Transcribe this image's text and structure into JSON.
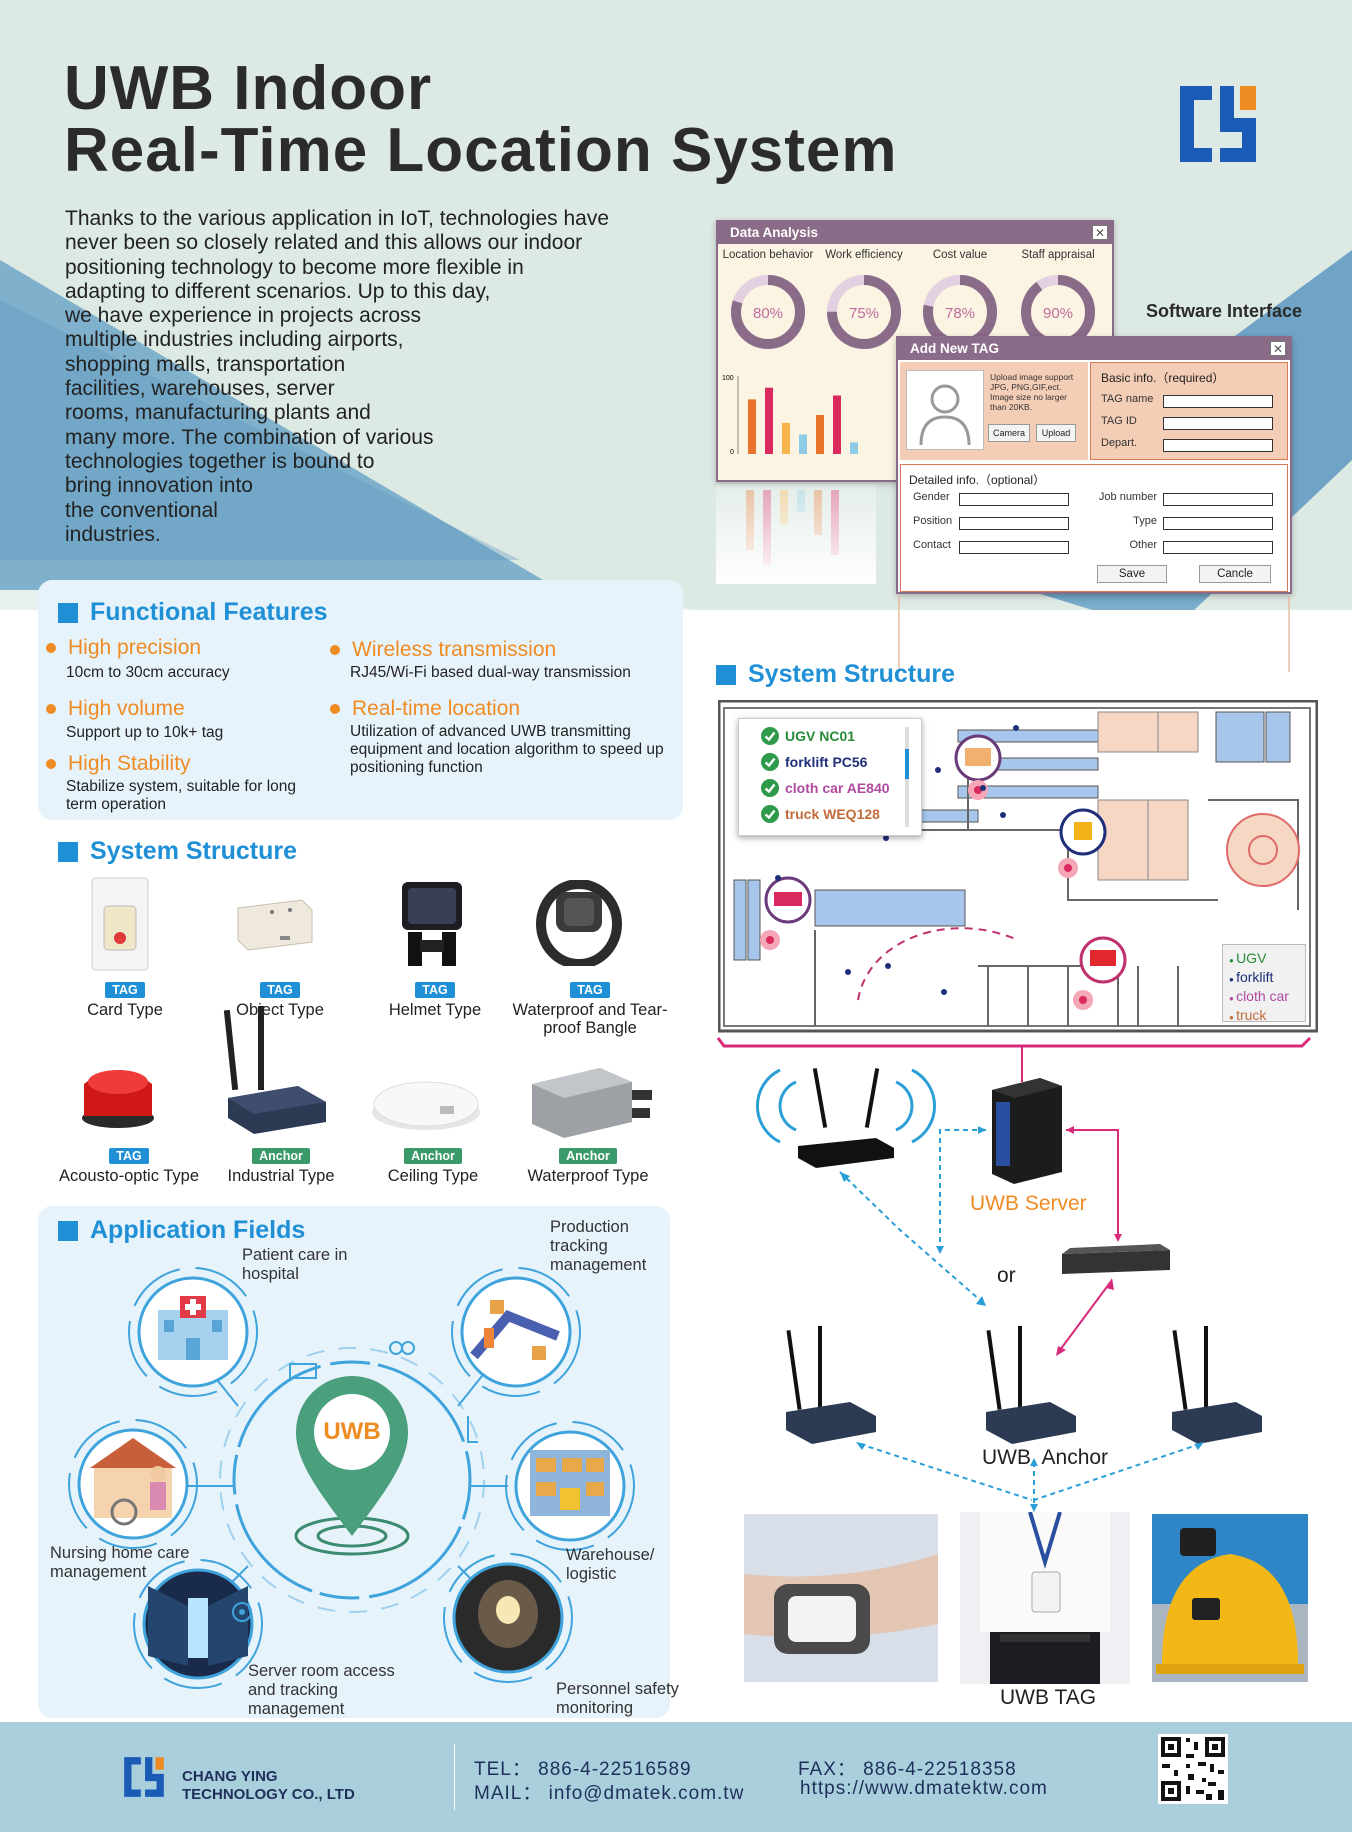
{
  "title": {
    "line1": "UWB Indoor",
    "line2": "Real-Time Location System"
  },
  "intro_lines": [
    "Thanks to the various application in IoT, technologies have",
    "never been so closely related and this allows our indoor",
    "positioning technology to become more flexible in",
    "adapting to different scenarios. Up to this day,",
    "we have experience in projects across",
    "multiple industries including airports,",
    "shopping malls, transportation",
    "facilities, warehouses, server",
    "rooms, manufacturing plants and",
    "many more. The combination of various",
    "technologies together is bound to",
    "bring innovation into",
    "the conventional",
    "industries."
  ],
  "software_label": "Software Interface",
  "data_analysis": {
    "title": "Data Analysis",
    "close": "✕",
    "metrics": [
      {
        "label": "Location behavior",
        "value": "80%",
        "pct": 80
      },
      {
        "label": "Work efficiency",
        "value": "75%",
        "pct": 75
      },
      {
        "label": "Cost value",
        "value": "78%",
        "pct": 78
      },
      {
        "label": "Staff appraisal",
        "value": "90%",
        "pct": 90
      }
    ],
    "axis_top": "100",
    "axis_bottom": "0",
    "bars": [
      {
        "value": 70,
        "color": "#e8732a"
      },
      {
        "value": 85,
        "color": "#d9295f"
      },
      {
        "value": 40,
        "color": "#f6b54b"
      },
      {
        "value": 25,
        "color": "#8ecbe6"
      },
      {
        "value": 50,
        "color": "#e8732a"
      },
      {
        "value": 75,
        "color": "#d9295f"
      },
      {
        "value": 15,
        "color": "#8ecbe6"
      }
    ]
  },
  "add_tag": {
    "title": "Add New TAG",
    "close": "✕",
    "upload_note": "Upload image support JPG, PNG,GIF,ect. Image size no larger than 20KB.",
    "camera": "Camera",
    "upload": "Upload",
    "basic_heading": "Basic info.（required）",
    "basic_fields": [
      "TAG name",
      "TAG ID",
      "Depart."
    ],
    "detail_heading": "Detailed info.（optional）",
    "detail_left": [
      "Gender",
      "Position",
      "Contact"
    ],
    "detail_right": [
      "Job number",
      "Type",
      "Other"
    ],
    "save": "Save",
    "cancel": "Cancle"
  },
  "functional": {
    "heading": "Functional Features",
    "items": [
      {
        "title": "High precision",
        "desc": "10cm to 30cm accuracy"
      },
      {
        "title": "High volume",
        "desc": "Support up to 10k+ tag"
      },
      {
        "title": "High Stability",
        "desc": "Stabilize system, suitable for long term operation"
      },
      {
        "title": "Wireless transmission",
        "desc": "RJ45/Wi-Fi based dual-way transmission"
      },
      {
        "title": "Real-time location",
        "desc": "Utilization of advanced UWB transmitting equipment and location algorithm to speed up positioning function"
      }
    ]
  },
  "structure_left": {
    "heading": "System Structure",
    "devices": [
      {
        "badge": "TAG",
        "label": "Card Type"
      },
      {
        "badge": "TAG",
        "label": "Object Type"
      },
      {
        "badge": "TAG",
        "label": "Helmet Type"
      },
      {
        "badge": "TAG",
        "label": "Waterproof and Tear-proof Bangle"
      },
      {
        "badge": "TAG",
        "label": "Acousto-optic Type"
      },
      {
        "badge": "Anchor",
        "label": "Industrial Type"
      },
      {
        "badge": "Anchor",
        "label": "Ceiling Type"
      },
      {
        "badge": "Anchor",
        "label": "Waterproof Type"
      }
    ]
  },
  "application": {
    "heading": "Application Fields",
    "center": "UWB",
    "fields": [
      "Patient care in hospital",
      "Production tracking management",
      "Nursing home care management",
      "Warehouse/ logistic",
      "Server room access and tracking management",
      "Personnel safety monitoring"
    ]
  },
  "structure_right": {
    "heading": "System Structure",
    "tracked": [
      "UGV NC01",
      "forklift PC56",
      "cloth car AE840",
      "truck WEQ128"
    ],
    "tracked_colors": [
      "#2a8a3a",
      "#1f2f7a",
      "#b04aa0",
      "#c06b3a"
    ],
    "legend": [
      "UGV",
      "forklift",
      "cloth car",
      "truck"
    ],
    "server": "UWB Server",
    "or": "or",
    "anchor": "UWB  Anchor",
    "tag": "UWB TAG"
  },
  "footer": {
    "company1": "CHANG YING",
    "company2": "TECHNOLOGY CO., LTD",
    "tel": "TEL： 886-4-22516589",
    "mail": "MAIL： info@dmatek.com.tw",
    "fax": "FAX： 886-4-22518358",
    "web": "https://www.dmatektw.com"
  },
  "colors": {
    "accent_blue": "#1f8fd6",
    "accent_orange": "#ef8b23",
    "brand_blue": "#1a5bb5"
  }
}
